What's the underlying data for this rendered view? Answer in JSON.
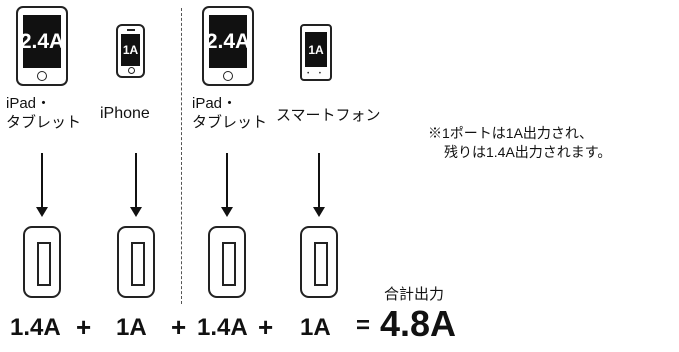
{
  "devices": [
    {
      "type": "tablet",
      "screen_text": "2.4A",
      "label_lines": [
        "iPad・",
        "タブレット"
      ]
    },
    {
      "type": "phone",
      "screen_text": "1A",
      "label_lines": [
        "iPhone"
      ]
    },
    {
      "type": "tablet",
      "screen_text": "2.4A",
      "label_lines": [
        "iPad・",
        "タブレット"
      ]
    },
    {
      "type": "phone",
      "screen_text": "1A",
      "label_lines": [
        "スマートフォン"
      ]
    }
  ],
  "note": {
    "line1": "※1ポートは1A出力され、",
    "line2": "残りは1.4A出力されます。"
  },
  "total_label": "合計出力",
  "equation": {
    "terms": [
      "1.4A",
      "+",
      "1A",
      "+",
      "1.4A",
      "+",
      "1A",
      "=",
      "4.8A"
    ]
  }
}
